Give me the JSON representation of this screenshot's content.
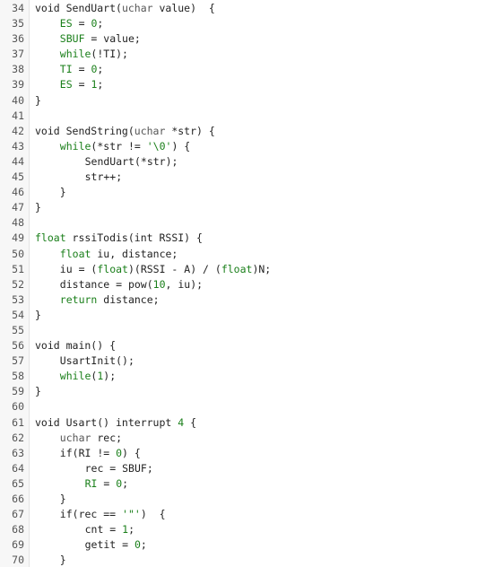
{
  "editor": {
    "colors": {
      "background": "#ffffff",
      "gutter": "#f7f7f7",
      "line_number": "#555555",
      "text": "#222222",
      "keyword": "#1a7f1a"
    },
    "lines": [
      {
        "n": "34",
        "indent": 0,
        "tokens": [
          [
            "plain",
            "void SendUart("
          ],
          [
            "type",
            "uchar"
          ],
          [
            "plain",
            " value)  {"
          ]
        ]
      },
      {
        "n": "35",
        "indent": 4,
        "tokens": [
          [
            "var",
            "ES"
          ],
          [
            "plain",
            " = "
          ],
          [
            "num",
            "0"
          ],
          [
            "plain",
            ";"
          ]
        ]
      },
      {
        "n": "36",
        "indent": 4,
        "tokens": [
          [
            "var",
            "SBUF"
          ],
          [
            "plain",
            " = value;"
          ]
        ]
      },
      {
        "n": "37",
        "indent": 4,
        "tokens": [
          [
            "kw",
            "while"
          ],
          [
            "plain",
            "(!TI);"
          ]
        ]
      },
      {
        "n": "38",
        "indent": 4,
        "tokens": [
          [
            "var",
            "TI"
          ],
          [
            "plain",
            " = "
          ],
          [
            "num",
            "0"
          ],
          [
            "plain",
            ";"
          ]
        ]
      },
      {
        "n": "39",
        "indent": 4,
        "tokens": [
          [
            "var",
            "ES"
          ],
          [
            "plain",
            " = "
          ],
          [
            "num",
            "1"
          ],
          [
            "plain",
            ";"
          ]
        ]
      },
      {
        "n": "40",
        "indent": 0,
        "tokens": [
          [
            "plain",
            "}"
          ]
        ]
      },
      {
        "n": "41",
        "indent": 0,
        "tokens": []
      },
      {
        "n": "42",
        "indent": 0,
        "tokens": [
          [
            "plain",
            "void SendString("
          ],
          [
            "type",
            "uchar"
          ],
          [
            "plain",
            " *str) {"
          ]
        ]
      },
      {
        "n": "43",
        "indent": 4,
        "tokens": [
          [
            "kw",
            "while"
          ],
          [
            "plain",
            "(*str != "
          ],
          [
            "str",
            "'\\0'"
          ],
          [
            "plain",
            ") {"
          ]
        ]
      },
      {
        "n": "44",
        "indent": 8,
        "tokens": [
          [
            "plain",
            "SendUart(*str);"
          ]
        ]
      },
      {
        "n": "45",
        "indent": 8,
        "tokens": [
          [
            "plain",
            "str++;"
          ]
        ]
      },
      {
        "n": "46",
        "indent": 4,
        "tokens": [
          [
            "plain",
            "}"
          ]
        ]
      },
      {
        "n": "47",
        "indent": 0,
        "tokens": [
          [
            "plain",
            "}"
          ]
        ]
      },
      {
        "n": "48",
        "indent": 0,
        "tokens": []
      },
      {
        "n": "49",
        "indent": 0,
        "tokens": [
          [
            "kw",
            "float"
          ],
          [
            "plain",
            " rssiTodis(int RSSI) {"
          ]
        ]
      },
      {
        "n": "50",
        "indent": 4,
        "tokens": [
          [
            "kw",
            "float"
          ],
          [
            "plain",
            " iu, distance;"
          ]
        ]
      },
      {
        "n": "51",
        "indent": 4,
        "tokens": [
          [
            "plain",
            "iu = ("
          ],
          [
            "kw",
            "float"
          ],
          [
            "plain",
            ")(RSSI - A) / ("
          ],
          [
            "kw",
            "float"
          ],
          [
            "plain",
            ")N;"
          ]
        ]
      },
      {
        "n": "52",
        "indent": 4,
        "tokens": [
          [
            "plain",
            "distance = pow("
          ],
          [
            "num",
            "10"
          ],
          [
            "plain",
            ", iu);"
          ]
        ]
      },
      {
        "n": "53",
        "indent": 4,
        "tokens": [
          [
            "kw",
            "return"
          ],
          [
            "plain",
            " distance;"
          ]
        ]
      },
      {
        "n": "54",
        "indent": 0,
        "tokens": [
          [
            "plain",
            "}"
          ]
        ]
      },
      {
        "n": "55",
        "indent": 0,
        "tokens": []
      },
      {
        "n": "56",
        "indent": 0,
        "tokens": [
          [
            "plain",
            "void main() {"
          ]
        ]
      },
      {
        "n": "57",
        "indent": 4,
        "tokens": [
          [
            "plain",
            "UsartInit();"
          ]
        ]
      },
      {
        "n": "58",
        "indent": 4,
        "tokens": [
          [
            "kw",
            "while"
          ],
          [
            "plain",
            "("
          ],
          [
            "num",
            "1"
          ],
          [
            "plain",
            ");"
          ]
        ]
      },
      {
        "n": "59",
        "indent": 0,
        "tokens": [
          [
            "plain",
            "}"
          ]
        ]
      },
      {
        "n": "60",
        "indent": 0,
        "tokens": []
      },
      {
        "n": "61",
        "indent": 0,
        "tokens": [
          [
            "plain",
            "void Usart() interrupt "
          ],
          [
            "num",
            "4"
          ],
          [
            "plain",
            " {"
          ]
        ]
      },
      {
        "n": "62",
        "indent": 4,
        "tokens": [
          [
            "type",
            "uchar"
          ],
          [
            "plain",
            " rec;"
          ]
        ]
      },
      {
        "n": "63",
        "indent": 4,
        "tokens": [
          [
            "plain",
            "if(RI != "
          ],
          [
            "num",
            "0"
          ],
          [
            "plain",
            ") {"
          ]
        ]
      },
      {
        "n": "64",
        "indent": 8,
        "tokens": [
          [
            "plain",
            "rec = SBUF;"
          ]
        ]
      },
      {
        "n": "65",
        "indent": 8,
        "tokens": [
          [
            "var",
            "RI"
          ],
          [
            "plain",
            " = "
          ],
          [
            "num",
            "0"
          ],
          [
            "plain",
            ";"
          ]
        ]
      },
      {
        "n": "66",
        "indent": 4,
        "tokens": [
          [
            "plain",
            "}"
          ]
        ]
      },
      {
        "n": "67",
        "indent": 4,
        "tokens": [
          [
            "plain",
            "if(rec == "
          ],
          [
            "str",
            "'\"'"
          ],
          [
            "plain",
            ")  {"
          ]
        ]
      },
      {
        "n": "68",
        "indent": 8,
        "tokens": [
          [
            "plain",
            "cnt = "
          ],
          [
            "num",
            "1"
          ],
          [
            "plain",
            ";"
          ]
        ]
      },
      {
        "n": "69",
        "indent": 8,
        "tokens": [
          [
            "plain",
            "getit = "
          ],
          [
            "num",
            "0"
          ],
          [
            "plain",
            ";"
          ]
        ]
      },
      {
        "n": "70",
        "indent": 4,
        "tokens": [
          [
            "plain",
            "}"
          ]
        ]
      }
    ]
  }
}
